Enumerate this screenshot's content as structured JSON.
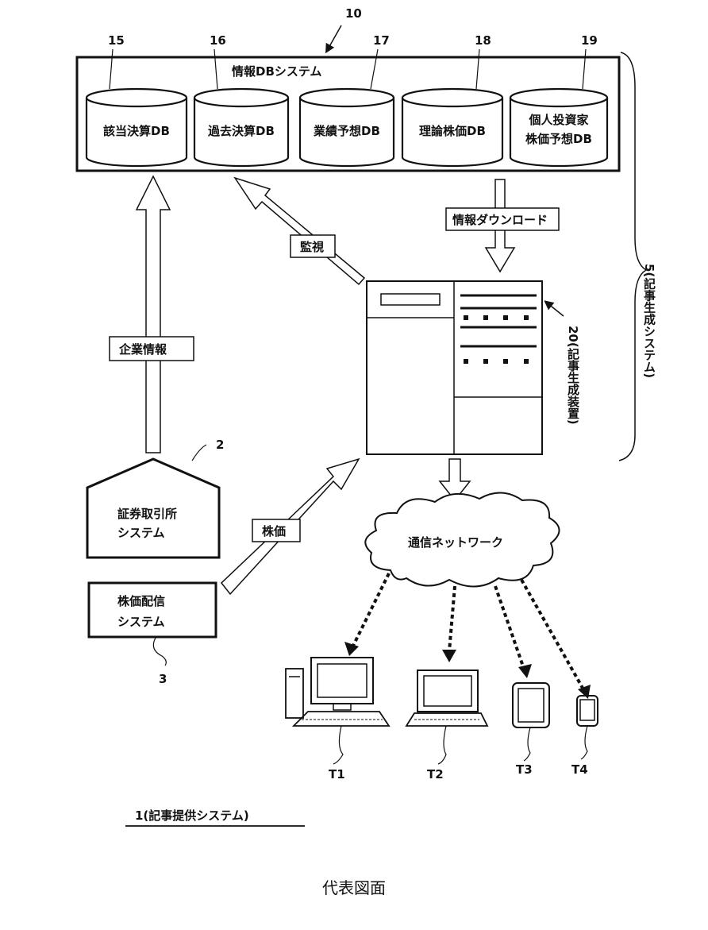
{
  "labels": {
    "ref_10": "10",
    "info_db_system": "情報DBシステム",
    "ref_article_system": "5(記事生成システム)",
    "ref_device": "20(記事生成装置)",
    "monitor": "監視",
    "info_download": "情報ダウンロード",
    "corp_info": "企業情報",
    "ref_2": "2",
    "exchange_line1": "証券取引所",
    "exchange_line2": "システム",
    "stock_price": "株価",
    "price_line1": "株価配信",
    "price_line2": "システム",
    "ref_3": "3",
    "network": "通信ネットワーク",
    "system_title": "1(記事提供システム)",
    "caption": "代表図面"
  },
  "databases": [
    {
      "ref": "15",
      "line1": "該当決算DB",
      "line2": ""
    },
    {
      "ref": "16",
      "line1": "過去決算DB",
      "line2": ""
    },
    {
      "ref": "17",
      "line1": "業績予想DB",
      "line2": ""
    },
    {
      "ref": "18",
      "line1": "理論株価DB",
      "line2": ""
    },
    {
      "ref": "19",
      "line1": "個人投資家",
      "line2": "株価予想DB"
    }
  ],
  "terminals": [
    {
      "id": "T1",
      "icon": "desktop-computer-icon"
    },
    {
      "id": "T2",
      "icon": "laptop-icon"
    },
    {
      "id": "T3",
      "icon": "tablet-icon"
    },
    {
      "id": "T4",
      "icon": "smartphone-icon"
    }
  ]
}
